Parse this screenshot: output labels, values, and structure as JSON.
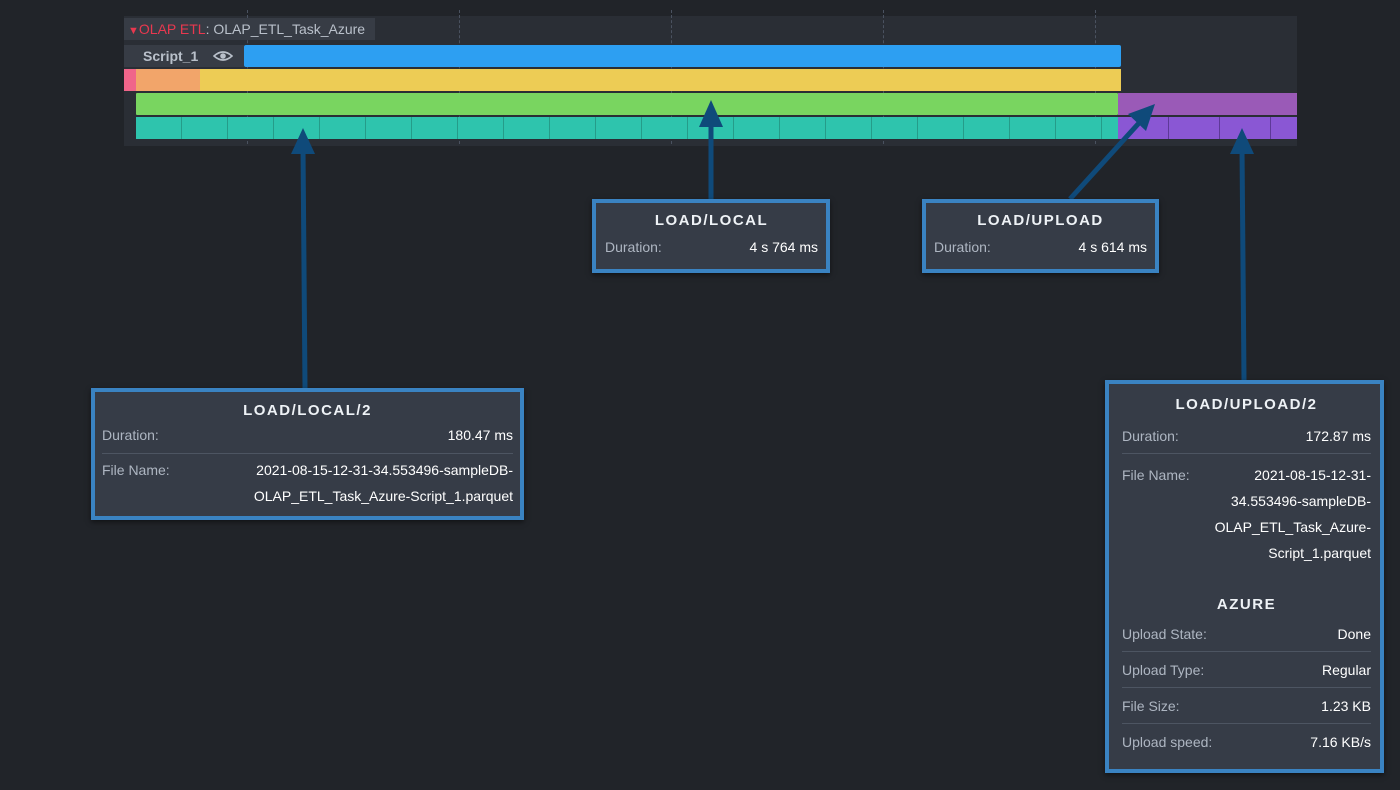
{
  "timeline": {
    "category": "OLAP ETL",
    "separator": ": ",
    "task_name": "OLAP_ETL_Task_Azure",
    "script_label": "Script_1",
    "colors": {
      "blue": "#2d9ff2",
      "pink": "#f0658a",
      "orange": "#f2a56a",
      "yellow": "#edcc55",
      "green": "#79d560",
      "teal": "#2ec4ad",
      "purple": "#9a5ab7",
      "violet": "#8a57d4",
      "callout_border": "#3a83c2",
      "category_red": "#e8384f"
    }
  },
  "tooltips": {
    "load_local_2": {
      "title": "LOAD/LOCAL/2",
      "duration_label": "Duration:",
      "duration_value": "180.47 ms",
      "file_label": "File Name:",
      "file_value": "2021-08-15-12-31-34.553496-sampleDB-OLAP_ETL_Task_Azure-Script_1.parquet"
    },
    "load_local": {
      "title": "LOAD/LOCAL",
      "duration_label": "Duration:",
      "duration_value": "4 s 764 ms"
    },
    "load_upload": {
      "title": "LOAD/UPLOAD",
      "duration_label": "Duration:",
      "duration_value": "4 s 614 ms"
    },
    "load_upload_2": {
      "title": "LOAD/UPLOAD/2",
      "duration_label": "Duration:",
      "duration_value": "172.87 ms",
      "file_label": "File Name:",
      "file_value": "2021-08-15-12-31-34.553496-sampleDB-OLAP_ETL_Task_Azure-Script_1.parquet",
      "azure_title": "AZURE",
      "upload_state_label": "Upload State:",
      "upload_state_value": "Done",
      "upload_type_label": "Upload Type:",
      "upload_type_value": "Regular",
      "file_size_label": "File Size:",
      "file_size_value": "1.23 KB",
      "upload_speed_label": "Upload speed:",
      "upload_speed_value": "7.16 KB/s"
    }
  }
}
